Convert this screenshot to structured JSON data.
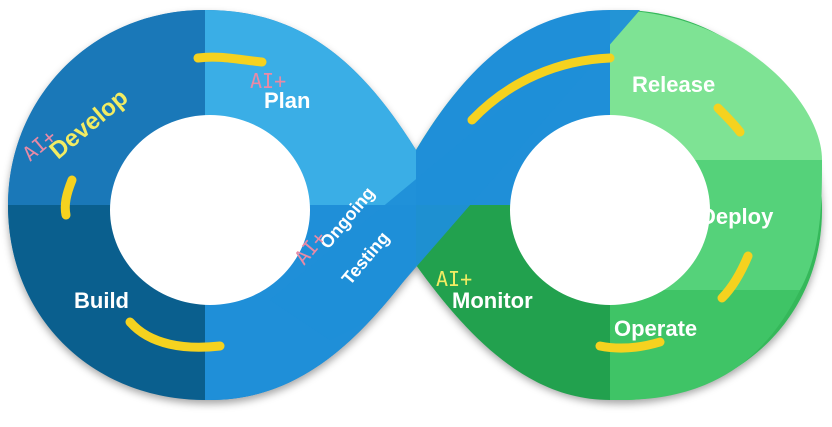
{
  "diagram": {
    "stages": {
      "develop": "Develop",
      "plan": "Plan",
      "build": "Build",
      "release": "Release",
      "deploy": "Deploy",
      "operate": "Operate",
      "monitor": "Monitor",
      "testing_line1": "Ongoing",
      "testing_line2": "Testing"
    },
    "ai_prefix": "AI+",
    "colors": {
      "blue_dark": "#0a5f8e",
      "blue_mid": "#1a78b8",
      "blue_light": "#3aaee6",
      "blue_band": "#1f8fd8",
      "green_dark": "#1f9e4a",
      "green_mid": "#34b85a",
      "green_light": "#7ee394",
      "arrow_yellow": "#f5d21f",
      "ai_pink": "#e88aa6",
      "develop_yellow": "#f2ec63"
    }
  }
}
